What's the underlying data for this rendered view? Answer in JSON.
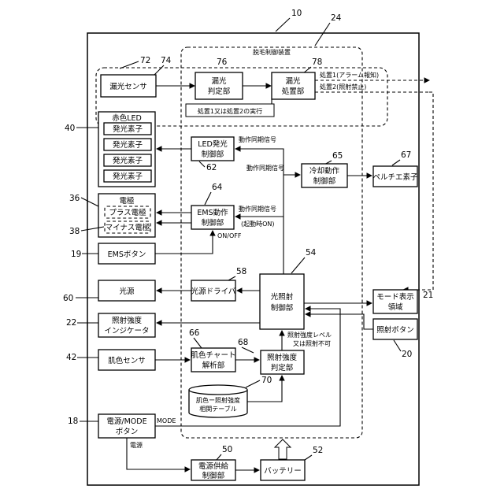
{
  "refs": {
    "r10": "10",
    "r24": "24",
    "r72": "72",
    "r74": "74",
    "r76": "76",
    "r78": "78",
    "r40": "40",
    "r62": "62",
    "r65": "65",
    "r67": "67",
    "r36": "36",
    "r64": "64",
    "r38": "38",
    "r19": "19",
    "r54": "54",
    "r58": "58",
    "r60": "60",
    "r21": "21",
    "r22": "22",
    "r66": "66",
    "r68": "68",
    "r20": "20",
    "r42": "42",
    "r70": "70",
    "r18": "18",
    "r50": "50",
    "r52": "52"
  },
  "labels": {
    "device_title": "脱毛制御装置",
    "leak_sensor": "漏光センサ",
    "leak_judge_1": "漏光",
    "leak_judge_2": "判定部",
    "leak_proc_1": "漏光",
    "leak_proc_2": "処置部",
    "proc1": "処置1(アラーム報知)",
    "proc2": "処置2(照射禁止)",
    "proc_exec": "処置1又は処置2の実行",
    "red_led": "赤色LED",
    "emitter": "発光素子",
    "led_ctrl_1": "LED発光",
    "led_ctrl_2": "制御部",
    "sync1": "動作同期信号",
    "sync2": "動作同期信号",
    "sync3": "動作同期信号",
    "cool_1": "冷却動作",
    "cool_2": "制御部",
    "peltier": "ペルチエ素子",
    "electrode": "電極",
    "plus_electrode": "プラス電極",
    "minus_electrode": "マイナス電極",
    "ems_ctrl_1": "EMS動作",
    "ems_ctrl_2": "制御部",
    "startup_on": "(起動時ON)",
    "on_off": "ON/OFF",
    "ems_button": "EMSボタン",
    "light_source": "光源",
    "light_driver": "光源ドライバ",
    "irr_ctrl_1": "光照射",
    "irr_ctrl_2": "制御部",
    "mode_disp_1": "モード表示",
    "mode_disp_2": "領域",
    "intensity_ind_1": "照射強度",
    "intensity_ind_2": "インジケータ",
    "irr_button": "照射ボタン",
    "intensity_level_1": "照射強度レベル",
    "intensity_level_2": "又は照射不可",
    "chart_1": "肌色チャート",
    "chart_2": "解析部",
    "intensity_judge_1": "照射強度",
    "intensity_judge_2": "判定部",
    "skin_sensor": "肌色センサ",
    "table_1": "肌色ー照射強度",
    "table_2": "相関テーブル",
    "power_mode_1": "電源/MODE",
    "power_mode_2": "ボタン",
    "mode": "MODE",
    "power": "電源",
    "power_ctrl_1": "電源供給",
    "power_ctrl_2": "制御部",
    "battery": "バッテリー"
  }
}
